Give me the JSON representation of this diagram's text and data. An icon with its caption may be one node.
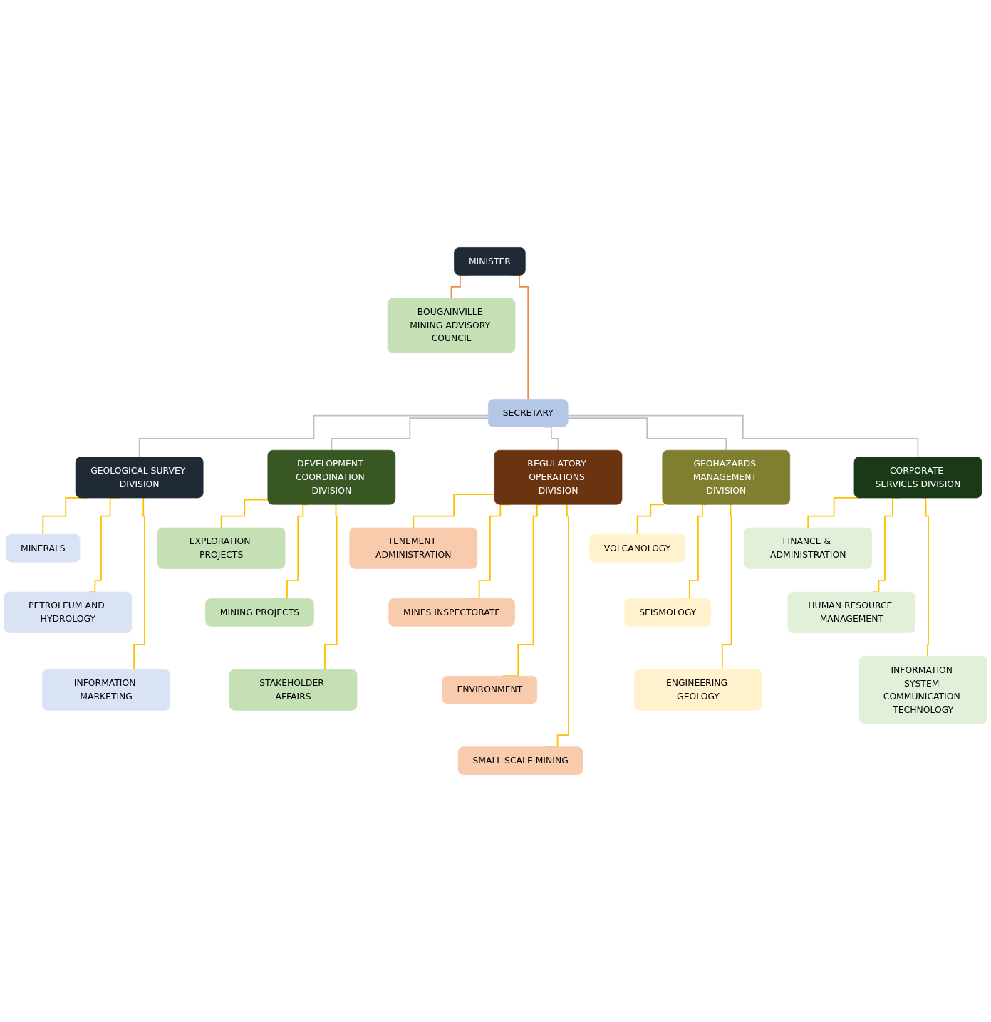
{
  "diagram": {
    "nodes": [
      {
        "text": [
          "MINISTER"
        ]
      },
      {
        "text": [
          "BOUGAINVILLE MINING ADVISORY COUNCIL"
        ]
      },
      {
        "text": [
          "SECRETARY"
        ]
      },
      {
        "text": [
          "GEOLOGICAL SURVEY DIVISION"
        ]
      },
      {
        "text": [
          "DEVELOPMENT COORDINATION DIVISION"
        ]
      },
      {
        "text": [
          "REGULATORY OPERATIONS DIVISION"
        ]
      },
      {
        "text": [
          "GEOHAZARDS MANAGEMENT DIVISION"
        ]
      },
      {
        "text": [
          "CORPORATE SERVICES DIVISION"
        ]
      },
      {
        "text": [
          "MINERALS"
        ]
      },
      {
        "text": [
          "PETROLEUM AND HYDROLOGY"
        ]
      },
      {
        "text": [
          "INFORMATION MARKETING"
        ]
      },
      {
        "text": [
          "EXPLORATION PROJECTS"
        ]
      },
      {
        "text": [
          "MINING PROJECTS"
        ]
      },
      {
        "text": [
          "STAKEHOLDER AFFAIRS"
        ]
      },
      {
        "text": [
          "TENEMENT ADMINISTRATION"
        ]
      },
      {
        "text": [
          "MINES INSPECTORATE"
        ]
      },
      {
        "text": [
          "ENVIRONMENT"
        ]
      },
      {
        "text": [
          "SMALL SCALE MINING"
        ]
      },
      {
        "text": [
          "VOLCANOLOGY"
        ]
      },
      {
        "text": [
          "SEISMOLOGY"
        ]
      },
      {
        "text": [
          "ENGINEERING GEOLOGY"
        ]
      },
      {
        "text": [
          "FINANCE & ADMINISTRATION"
        ]
      },
      {
        "text": [
          "HUMAN RESOURCE MANAGEMENT"
        ]
      },
      {
        "text": [
          "INFORMATION SYSTEM COMMUNICATION TECHNOLOGY"
        ]
      }
    ],
    "edges": [
      {
        "from": 0,
        "to": 1,
        "arrow": "none",
        "color": "#f08a4b"
      },
      {
        "from": 0,
        "to": 2,
        "arrow": "none",
        "color": "#f08a4b"
      },
      {
        "from": 2,
        "to": 3,
        "arrow": "none",
        "color": "#bfbfbf"
      },
      {
        "from": 2,
        "to": 4,
        "arrow": "none",
        "color": "#bfbfbf"
      },
      {
        "from": 2,
        "to": 5,
        "arrow": "none",
        "color": "#bfbfbf"
      },
      {
        "from": 2,
        "to": 6,
        "arrow": "none",
        "color": "#bfbfbf"
      },
      {
        "from": 2,
        "to": 7,
        "arrow": "none",
        "color": "#bfbfbf"
      },
      {
        "from": 3,
        "to": 8,
        "arrow": "none"
      },
      {
        "from": 3,
        "to": 9,
        "arrow": "none"
      },
      {
        "from": 3,
        "to": 10,
        "arrow": "none"
      },
      {
        "from": 4,
        "to": 11,
        "arrow": "none"
      },
      {
        "from": 4,
        "to": 12,
        "arrow": "none"
      },
      {
        "from": 4,
        "to": 13,
        "arrow": "none"
      },
      {
        "from": 5,
        "to": 14,
        "arrow": "none"
      },
      {
        "from": 5,
        "to": 15,
        "arrow": "none"
      },
      {
        "from": 5,
        "to": 16,
        "arrow": "none"
      },
      {
        "from": 5,
        "to": 17,
        "arrow": "none"
      },
      {
        "from": 6,
        "to": 18,
        "arrow": "none"
      },
      {
        "from": 6,
        "to": 19,
        "arrow": "none"
      },
      {
        "from": 6,
        "to": 20,
        "arrow": "none"
      },
      {
        "from": 7,
        "to": 21,
        "arrow": "none"
      },
      {
        "from": 7,
        "to": 22,
        "arrow": "none"
      },
      {
        "from": 7,
        "to": 23,
        "arrow": "none"
      }
    ]
  }
}
